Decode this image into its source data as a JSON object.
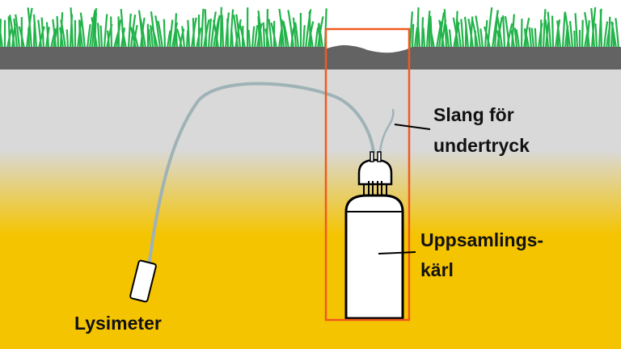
{
  "labels": {
    "hose_line1": "Slang för",
    "hose_line2": "undertryck",
    "vessel_line1": "Uppsamlings-",
    "vessel_line2": "kärl",
    "lysimeter": "Lysimeter"
  },
  "colors": {
    "grass": "#22b34a",
    "topsoil": "#636363",
    "subsoil_top": "#d9d9d9",
    "subsoil_bottom": "#f5c400",
    "tube": "#9fb3b7",
    "frame": "#f05a1e",
    "outline": "#000000"
  }
}
